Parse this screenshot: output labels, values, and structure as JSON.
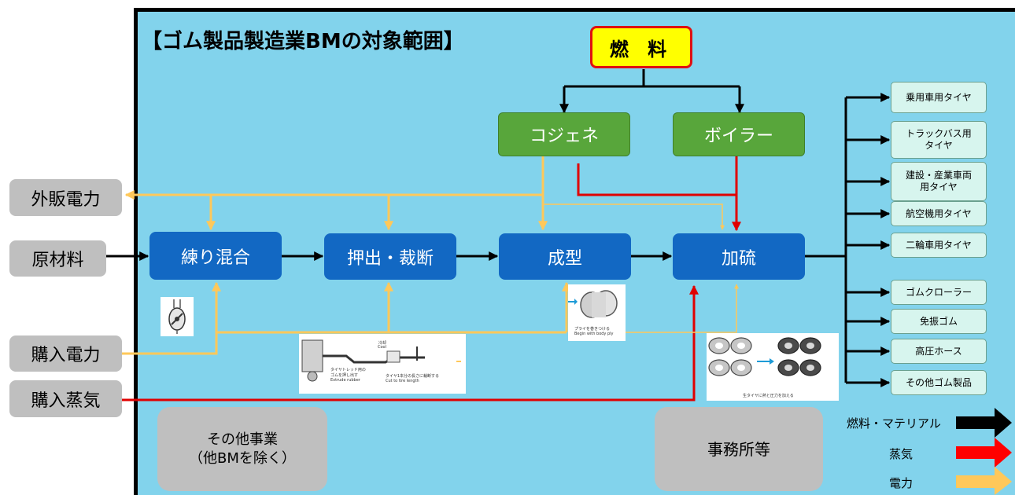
{
  "title": "【ゴム製品製造業BMの対象範囲】",
  "fuel_label": "燃 料",
  "generators": [
    "コジェネ",
    "ボイラー"
  ],
  "inputs": [
    "外販電力",
    "原材料",
    "購入電力",
    "購入蒸気"
  ],
  "processes": [
    "練り混合",
    "押出・裁断",
    "成型",
    "加硫"
  ],
  "products": [
    "乗用車用タイヤ",
    "トラックバス用\nタイヤ",
    "建設・産業車両\n用タイヤ",
    "航空機用タイヤ",
    "二輪車用タイヤ",
    "ゴムクローラー",
    "免振ゴム",
    "高圧ホース",
    "その他ゴム製品"
  ],
  "other_business": [
    "その他事業",
    "（他BMを除く）"
  ],
  "office": "事務所等",
  "legend": [
    {
      "label": "燃料・マテリアル",
      "color": "#000000"
    },
    {
      "label": "蒸気",
      "color": "#ff0000"
    },
    {
      "label": "電力",
      "color": "#ffc85a"
    }
  ],
  "image_captions": {
    "extrude": {
      "cool": "冷却",
      "cool_en": "Cool",
      "extrude_jp": "タイヤトレッド用の\nゴムを押し出す",
      "extrude_en": "Extrude rubber",
      "cut_jp": "タイヤ1本分の長さに裁断する",
      "cut_en": "Cut to tire length"
    },
    "build": {
      "jp": "プライを巻きつける",
      "en": "Begin with body ply"
    },
    "cure": {
      "jp": "生タイヤに熱と圧力を加える"
    }
  }
}
